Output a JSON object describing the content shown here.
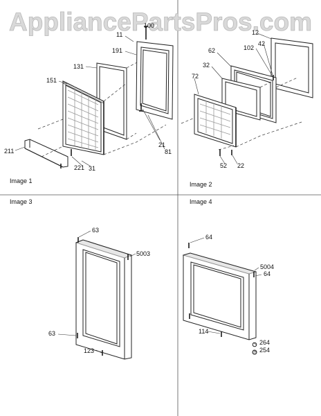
{
  "watermark": "AppliancePartsPros.com",
  "panels": [
    {
      "caption": "Image 1",
      "callouts": [
        "100",
        "11",
        "191",
        "131",
        "151",
        "211",
        "221",
        "31",
        "21",
        "81"
      ]
    },
    {
      "caption": "Image 2",
      "callouts": [
        "12",
        "42",
        "62",
        "102",
        "32",
        "72",
        "52",
        "22"
      ]
    },
    {
      "caption": "Image 3",
      "callouts": [
        "63",
        "5003",
        "63",
        "123"
      ]
    },
    {
      "caption": "Image 4",
      "callouts": [
        "64",
        "5004",
        "64",
        "114",
        "264",
        "254"
      ]
    }
  ],
  "colors": {
    "line": "#222222",
    "watermark": "#d9d9d9",
    "background": "#ffffff"
  }
}
